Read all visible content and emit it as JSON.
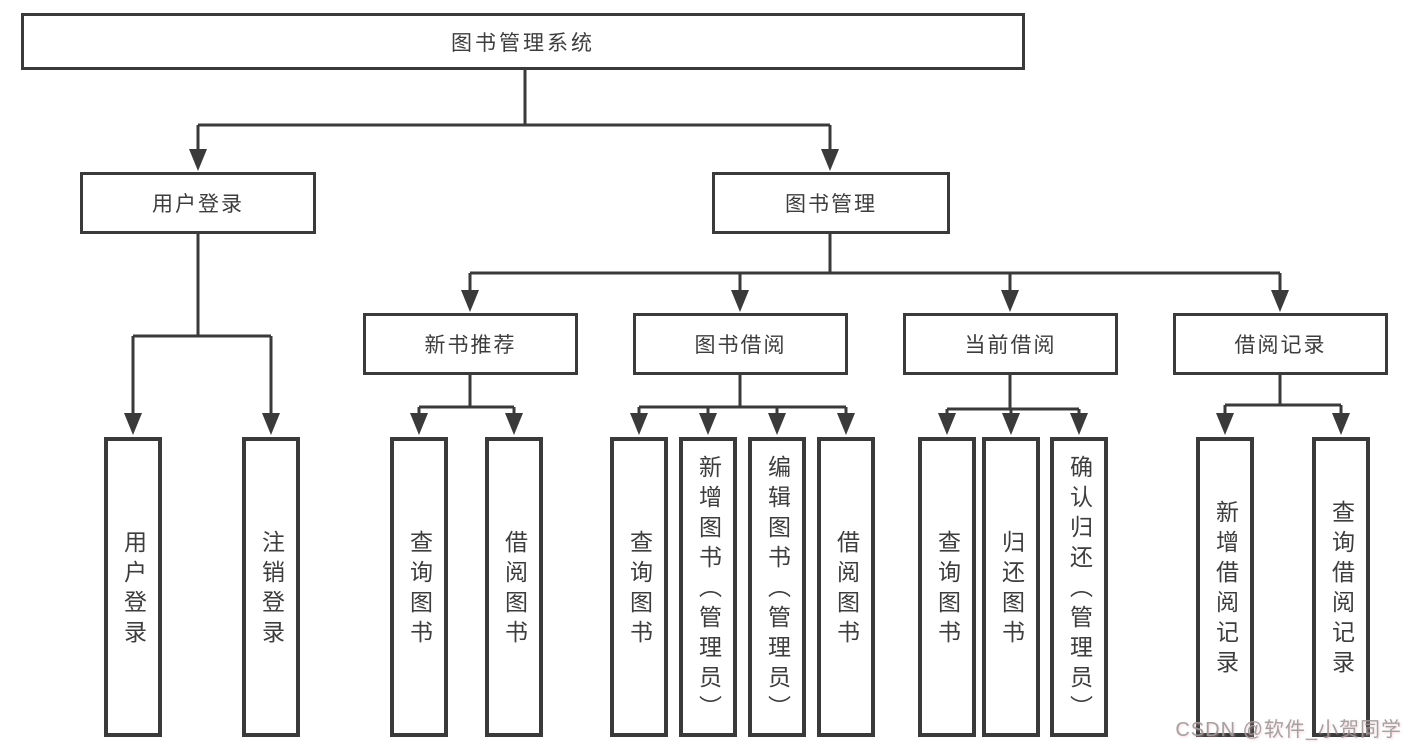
{
  "diagram": {
    "root": {
      "label": "图书管理系统"
    },
    "level2": {
      "user_login": {
        "label": "用户登录"
      },
      "book_mgmt": {
        "label": "图书管理"
      }
    },
    "level3": {
      "new_book_rec": {
        "label": "新书推荐"
      },
      "book_borrow": {
        "label": "图书借阅"
      },
      "current_borrow": {
        "label": "当前借阅"
      },
      "borrow_records": {
        "label": "借阅记录"
      }
    },
    "leaves": {
      "user_login": [
        "用户登录",
        "注销登录"
      ],
      "new_book_rec": [
        "查询图书",
        "借阅图书"
      ],
      "book_borrow": [
        "查询图书",
        "新增图书（管理员）",
        "编辑图书（管理员）",
        "借阅图书"
      ],
      "current_borrow": [
        "查询图书",
        "归还图书",
        "确认归还（管理员）"
      ],
      "borrow_records": [
        "新增借阅记录",
        "查询借阅记录"
      ]
    }
  },
  "watermark": {
    "text": "CSDN @软件_小贺同学"
  },
  "colors": {
    "line": "#3a3a3a",
    "text": "#3d3d3d",
    "background": "#ffffff",
    "watermark_gray": "#9b9b9b",
    "watermark_pink": "#f3b2bc"
  }
}
